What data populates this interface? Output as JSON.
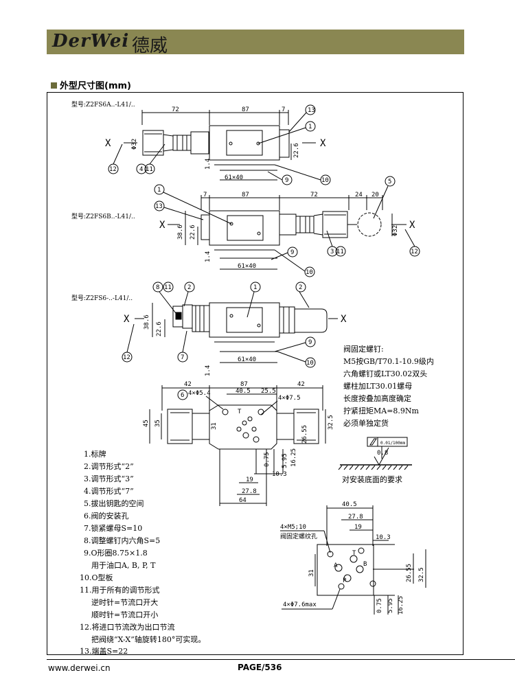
{
  "header": {
    "brand_latin": "DerWei",
    "brand_cn": "德威"
  },
  "section_title": "外型尺寸图(mm)",
  "models": {
    "a": "型号:Z2FS6A..-L41/..",
    "b": "型号:Z2FS6B..-L41/..",
    "c": "型号:Z2FS6-..-L41/.."
  },
  "view1": {
    "d72": "72",
    "d87": "87",
    "d7": "7",
    "phi32": "Φ32",
    "d22_6": "22.6",
    "d1_4": "1.4",
    "d61x40": "61×40",
    "axis": "X"
  },
  "view2": {
    "d7": "7",
    "d87": "87",
    "d72": "72",
    "d24": "24",
    "d20": "20",
    "d38_6": "38.6",
    "d22_6": "22.6",
    "phi32": "Φ32",
    "d1_4": "1.4",
    "d61x40": "61×40",
    "axis": "X"
  },
  "view3": {
    "d38_6": "38.6",
    "d22_6": "22.6",
    "d61x40": "61×40",
    "d1_4": "1.4",
    "axis": "X"
  },
  "balloons": {
    "b1": "1",
    "b2": "2",
    "b3": "3",
    "b4": "4",
    "b5": "5",
    "b7": "7",
    "b8": "8",
    "b9": "9",
    "b10": "10",
    "b11": "11",
    "b12": "12",
    "b13": "13",
    "b6": "6"
  },
  "bolt_note": [
    "阀固定螺钉:",
    "M5按GB/T70.1-10.9级内",
    "六角螺钉或LT30.02双头",
    "螺柱加LT30.01螺母",
    "长度按叠加高度确定",
    "拧紧扭矩MA=8.9Nm",
    "必须单独定货"
  ],
  "top_view": {
    "d42a": "42",
    "d87": "87",
    "d42b": "42",
    "hole_note": "4×Φ5.4",
    "d40_5": "40.5",
    "d25_5": "25.5",
    "d4xphi7_5": "4×Φ7.5",
    "d45": "45",
    "d35": "35",
    "d31": "31",
    "d26_55": "26.55",
    "d32_5": "32.5",
    "d0_75": "0.75",
    "d5_95": "5.95",
    "d16_25": "16.25",
    "d10_3": "10.3",
    "d19": "19",
    "d27_8": "27.8",
    "d64": "64",
    "port_t": "T"
  },
  "surface": {
    "flatness": "0.01/100mm",
    "roughness": "0.8",
    "caption": "对安装底面的要求"
  },
  "legend": [
    "1.标牌",
    "2.调节形式“2”",
    "3.调节形式“3”",
    "4.调节形式“7”",
    "5.拔出钥匙的空间",
    "6.阀的安装孔",
    "7.锁紧螺母S=10",
    "8.调整螺钉内六角S=5",
    "9.O形圈8.75×1.8",
    "　用于油口A, B, P, T",
    "10.O型板",
    "11.用于所有的调节形式",
    "　逆时针=节流口开大",
    "　顺时针=节流口开小",
    "12.将进口节流改为出口节流",
    "　把阀绕“X-X”轴旋转180°可实现。",
    "13.端盖S=22"
  ],
  "detail": {
    "d40_5": "40.5",
    "d27_8": "27.8",
    "d19": "19",
    "d10_3": "10.3",
    "thread": "4×M5;10",
    "thread_note": "阀固定螺纹孔",
    "d31": "31",
    "d26_55": "26.55",
    "d32_5": "32.5",
    "d0_75": "0.75",
    "d5_95": "5.95",
    "d16_25": "16.25",
    "holes": "4×Φ7.6max",
    "pA": "A",
    "pB": "B",
    "pT": "T",
    "pP": "P"
  },
  "footer": {
    "url": "www.derwei.cn",
    "page": "PAGE/536"
  }
}
